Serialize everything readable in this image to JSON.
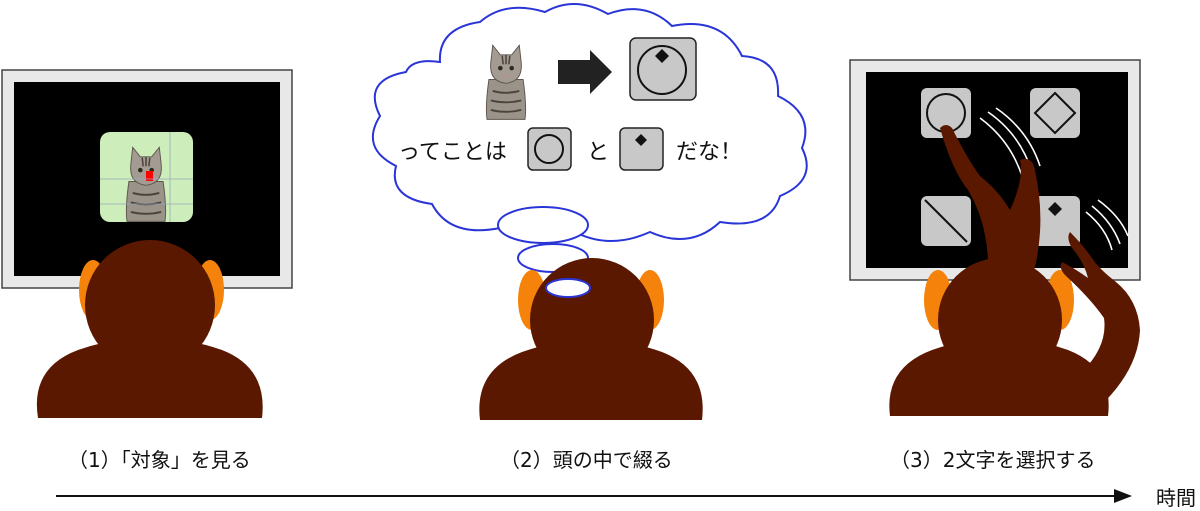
{
  "steps": [
    {
      "caption": "（1）「対象」を見る"
    },
    {
      "caption": "（2）頭の中で綴る"
    },
    {
      "caption": "（3）2文字を選択する"
    }
  ],
  "thought": {
    "prefix": "ってことは",
    "connector": "と",
    "suffix": "だな！"
  },
  "timeline": {
    "label": "時間"
  },
  "colors": {
    "head": "#5a1800",
    "ear": "#f5820a",
    "screen": "#000000",
    "frame": "#e8e8e8",
    "key": "#c8c8c8",
    "cloud": "#2a35d8",
    "highlight": "#ff0000",
    "target_bg": "#cdeebb"
  },
  "icons": [
    "cat-photo-icon",
    "arrow-right-icon",
    "circle-symbol-icon",
    "diamond-symbol-icon",
    "slash-symbol-icon",
    "circle-diamond-symbol-icon"
  ]
}
